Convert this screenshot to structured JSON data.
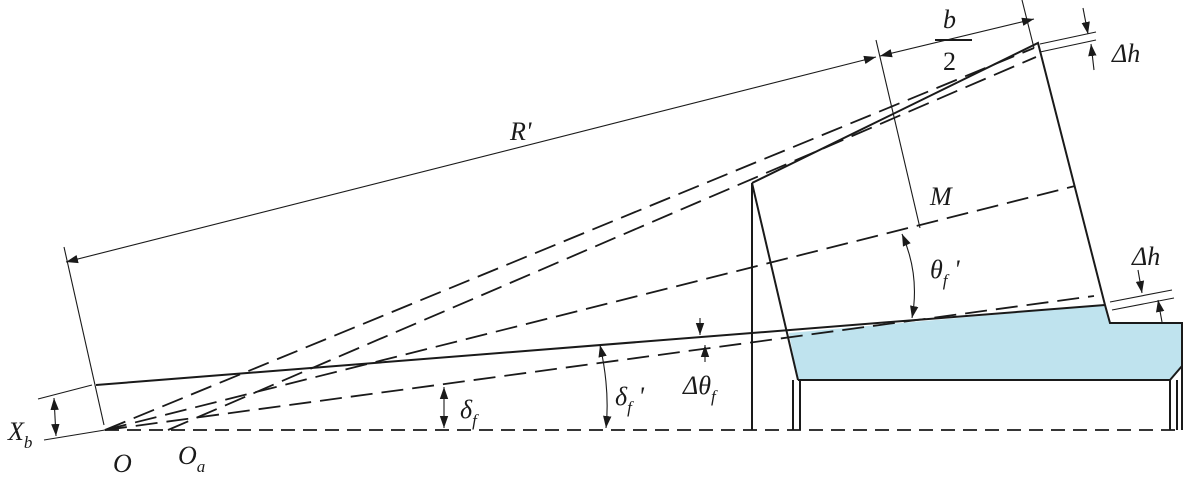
{
  "colors": {
    "shaded_region": "#bfe3ee",
    "line": "#1a1a1a"
  },
  "labels": {
    "r_prime": "R'",
    "b": "b",
    "two": "2",
    "delta_h_top": "Δh",
    "delta_h_right": "Δh",
    "m": "M",
    "theta_f_prime": {
      "main": "θ",
      "sub": "f",
      "sup": " '"
    },
    "delta_f_prime": {
      "main": "δ",
      "sub": "f",
      "sup": " '"
    },
    "delta_theta_f": {
      "main": "Δθ",
      "sub": "f"
    },
    "delta_f": {
      "main": "δ",
      "sub": "f"
    },
    "x_b": {
      "main": "X",
      "sub": "b"
    },
    "o": "O",
    "o_a": {
      "main": "O",
      "sub": "a"
    }
  }
}
